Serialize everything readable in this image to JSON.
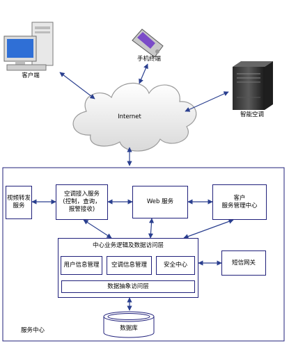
{
  "nodes": {
    "client": "客户端",
    "mobile": "手机终端",
    "ac": "智能空调",
    "internet": "Internet"
  },
  "service_center": {
    "label": "服务中心",
    "video_relay": "视频转发\n服务",
    "ac_access": "空调接入服务\n(控制，查询，\n报警接收)",
    "web": "Web 服务",
    "customer_mgmt": "客户\n服务管理中心",
    "core_logic": {
      "title": "中心业务逻辑及数据访问层",
      "user_info": "用户信息管理",
      "ac_info": "空调信息管理",
      "security": "安全中心",
      "data_access": "数据抽象访问层"
    },
    "sms_gateway": "短信网关",
    "database": "数据库"
  },
  "colors": {
    "line": "#1f1f7a",
    "arrow": "#2a3f8f"
  }
}
